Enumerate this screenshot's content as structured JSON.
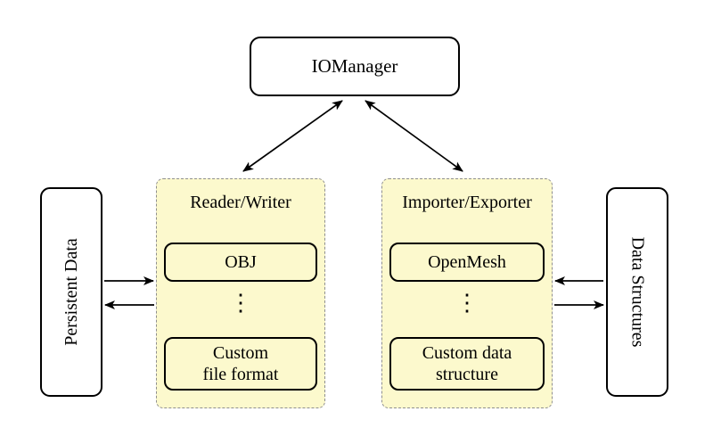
{
  "colors": {
    "background": "#ffffff",
    "panel_fill": "#fcf9cd",
    "panel_border": "#8f8f8f",
    "node_border": "#000000",
    "arrow": "#000000"
  },
  "nodes": {
    "io_manager": "IOManager",
    "persistent_data": "Persistent Data",
    "data_structures": "Data Structures"
  },
  "reader_writer_panel": {
    "title": "Reader/Writer",
    "top_box": "OBJ",
    "ellipsis": "⋮",
    "bottom_box_line1": "Custom",
    "bottom_box_line2": "file format"
  },
  "importer_exporter_panel": {
    "title": "Importer/Exporter",
    "top_box": "OpenMesh",
    "ellipsis": "⋮",
    "bottom_box_line1": "Custom data",
    "bottom_box_line2": "structure"
  }
}
